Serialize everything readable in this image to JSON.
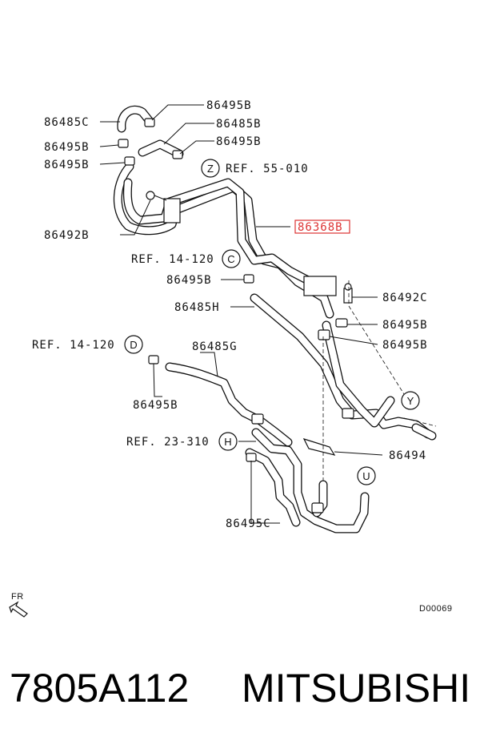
{
  "labels": {
    "p86495B_1": "86495B",
    "p86485C": "86485C",
    "p86485B": "86485B",
    "p86495B_2": "86495B",
    "p86495B_3": "86495B",
    "p86495B_4": "86495B",
    "ref55": "REF. 55-010",
    "p86368B": "86368B",
    "p86492B": "86492B",
    "ref14a": "REF. 14-120",
    "p86495B_5": "86495B",
    "p86485H": "86485H",
    "p86492C": "86492C",
    "p86495B_6": "86495B",
    "p86495B_7": "86495B",
    "ref14b": "REF. 14-120",
    "p86485G": "86485G",
    "p86495B_8": "86495B",
    "ref23": "REF. 23-310",
    "p86494": "86494",
    "p86495C": "86495C",
    "fr": "FR",
    "diagram_code": "D00069"
  },
  "circles": {
    "z": "Z",
    "c": "C",
    "d": "D",
    "h": "H",
    "y": "Y",
    "u": "U"
  },
  "footer": {
    "part_number": "7805A112",
    "brand": "MITSUBISHI"
  },
  "colors": {
    "highlight": "#dd3333"
  }
}
